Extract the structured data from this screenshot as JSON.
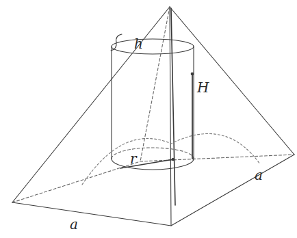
{
  "diagram": {
    "labels": [
      "h",
      "H",
      "r",
      "a",
      "a"
    ]
  }
}
